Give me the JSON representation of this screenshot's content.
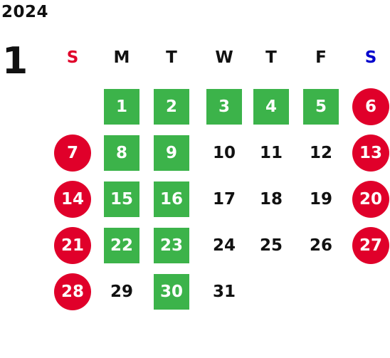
{
  "calendar": {
    "year": "2024",
    "month": "1",
    "weekdays": [
      {
        "label": "S",
        "color": "#e0002a"
      },
      {
        "label": "M",
        "color": "#111111"
      },
      {
        "label": "T",
        "color": "#111111"
      },
      {
        "label": "W",
        "color": "#111111"
      },
      {
        "label": "T",
        "color": "#111111"
      },
      {
        "label": "F",
        "color": "#111111"
      },
      {
        "label": "S",
        "color": "#0000cc"
      }
    ],
    "start_weekday_index": 1,
    "colors": {
      "holiday": "#e0002a",
      "highlighted": "#3cb34a",
      "normal_text": "#111111",
      "highlighted_text": "#ffffff"
    },
    "days": [
      {
        "day": "1",
        "style": "school"
      },
      {
        "day": "2",
        "style": "school"
      },
      {
        "day": "3",
        "style": "school"
      },
      {
        "day": "4",
        "style": "school"
      },
      {
        "day": "5",
        "style": "school"
      },
      {
        "day": "6",
        "style": "holiday"
      },
      {
        "day": "7",
        "style": "holiday"
      },
      {
        "day": "8",
        "style": "school"
      },
      {
        "day": "9",
        "style": "school"
      },
      {
        "day": "10",
        "style": "normal"
      },
      {
        "day": "11",
        "style": "normal"
      },
      {
        "day": "12",
        "style": "normal"
      },
      {
        "day": "13",
        "style": "holiday"
      },
      {
        "day": "14",
        "style": "holiday"
      },
      {
        "day": "15",
        "style": "school"
      },
      {
        "day": "16",
        "style": "school"
      },
      {
        "day": "17",
        "style": "normal"
      },
      {
        "day": "18",
        "style": "normal"
      },
      {
        "day": "19",
        "style": "normal"
      },
      {
        "day": "20",
        "style": "holiday"
      },
      {
        "day": "21",
        "style": "holiday"
      },
      {
        "day": "22",
        "style": "school"
      },
      {
        "day": "23",
        "style": "school"
      },
      {
        "day": "24",
        "style": "normal"
      },
      {
        "day": "25",
        "style": "normal"
      },
      {
        "day": "26",
        "style": "normal"
      },
      {
        "day": "27",
        "style": "holiday"
      },
      {
        "day": "28",
        "style": "holiday"
      },
      {
        "day": "29",
        "style": "normal"
      },
      {
        "day": "30",
        "style": "school"
      },
      {
        "day": "31",
        "style": "normal"
      }
    ]
  }
}
